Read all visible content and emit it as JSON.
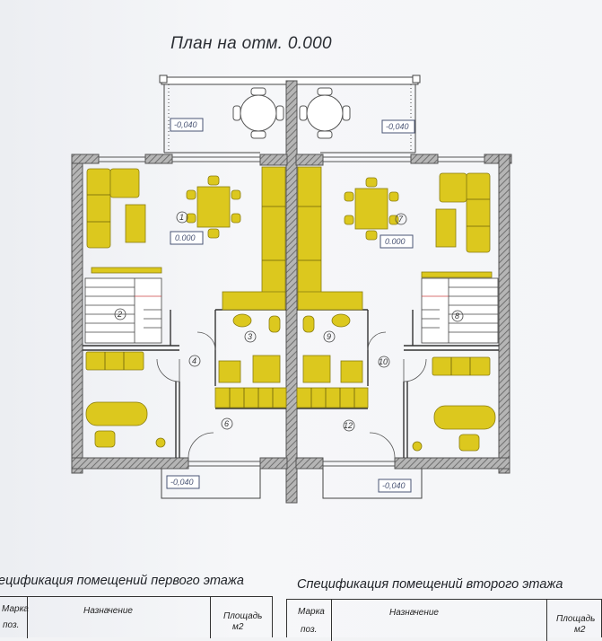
{
  "plan": {
    "title": "План на отм. 0.000",
    "levels": {
      "terrace_left": "-0,040",
      "terrace_right": "-0,040",
      "living_left": "0.000",
      "living_right": "0.000",
      "entry_left": "-0,040",
      "entry_right": "-0,040"
    },
    "room_numbers": [
      "1",
      "2",
      "3",
      "4",
      "6",
      "7",
      "8",
      "9",
      "10",
      "12"
    ],
    "colors": {
      "furniture": "#dcc81e",
      "furniture_stroke": "#8a7d10",
      "wall": "#8c8c8c",
      "line": "#333333",
      "level_box": "#4a5575"
    }
  },
  "spec_first": {
    "title": "ецификация помещений первого этажа",
    "col_mark_line1": "Марка",
    "col_mark_line2": "поз.",
    "col_purpose": "Назначение",
    "col_area_line1": "Площадь",
    "col_area_line2": "м2"
  },
  "spec_second": {
    "title": "Спецификация помещений второго этажа",
    "col_mark_line1": "Марка",
    "col_mark_line2": "поз.",
    "col_purpose": "Назначение",
    "col_area_line1": "Площадь",
    "col_area_line2": "м2"
  }
}
